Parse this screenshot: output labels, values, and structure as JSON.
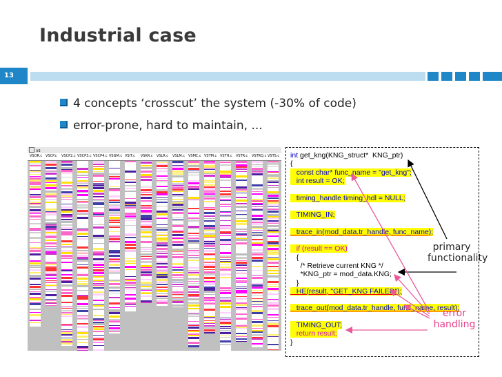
{
  "slide": {
    "title": "Industrial case",
    "number": "13",
    "bullets": [
      "4 concepts ‘crosscut’ the system (-30% of code)",
      "error-prone, hard to maintain, ..."
    ]
  },
  "grid": {
    "window_label": "vs",
    "columns": [
      "VSOR.c",
      "VSCP.c",
      "VSCP2.c",
      "VSCP3.c",
      "VSCP4.c",
      "VSGM.c",
      "VSIT.c",
      "VSKR.c",
      "VSLR.c",
      "VSLM.c",
      "VSMC.c",
      "VSTM.c",
      "VSTH.c",
      "VSTR.c",
      "VSTRQ.c",
      "VSTS.c"
    ]
  },
  "code": {
    "lines": [
      {
        "text": "int get_kng(KNG_struct*  KNG_ptr)",
        "style": "sig"
      },
      {
        "text": "{",
        "style": "black"
      },
      {
        "text": "   const char* func_name = \"get_kng\";",
        "style": "hl"
      },
      {
        "text": "   int result = OK;",
        "style": "hl"
      },
      {
        "text": "",
        "style": "black"
      },
      {
        "text": "   timing_handle timing_hdl = NULL;",
        "style": "hl"
      },
      {
        "text": "",
        "style": "black"
      },
      {
        "text": "   TIMING_IN;",
        "style": "hl"
      },
      {
        "text": "",
        "style": "black"
      },
      {
        "text": "   trace_in(mod_data.tr_handle, func_name);",
        "style": "red"
      },
      {
        "text": "",
        "style": "black"
      },
      {
        "text": "   if (result == OK)",
        "style": "pink"
      },
      {
        "text": "   {",
        "style": "black"
      },
      {
        "text": "     /* Retrieve current KNG */",
        "style": "black"
      },
      {
        "text": "     *KNG_ptr = mod_data.KNG;",
        "style": "black"
      },
      {
        "text": "   }",
        "style": "black"
      },
      {
        "text": "   HE(result, \"GET_KNG FAILED\");",
        "style": "red"
      },
      {
        "text": "",
        "style": "black"
      },
      {
        "text": "   trace_out(mod_data.tr_handle, func_name, result);",
        "style": "red"
      },
      {
        "text": "",
        "style": "black"
      },
      {
        "text": "   TIMING_OUT;",
        "style": "hl"
      },
      {
        "text": "   return result;",
        "style": "pink"
      },
      {
        "text": "}",
        "style": "black"
      }
    ]
  },
  "annotations": {
    "primary_line1": "primary",
    "primary_line2": "functionality",
    "error_line1": "error",
    "error_line2": "handling"
  },
  "colors": {
    "accent": "#1f86c8",
    "accent_light": "#bcdcf0",
    "error_label": "#e83e8c",
    "arrow": "#e85a9a"
  }
}
